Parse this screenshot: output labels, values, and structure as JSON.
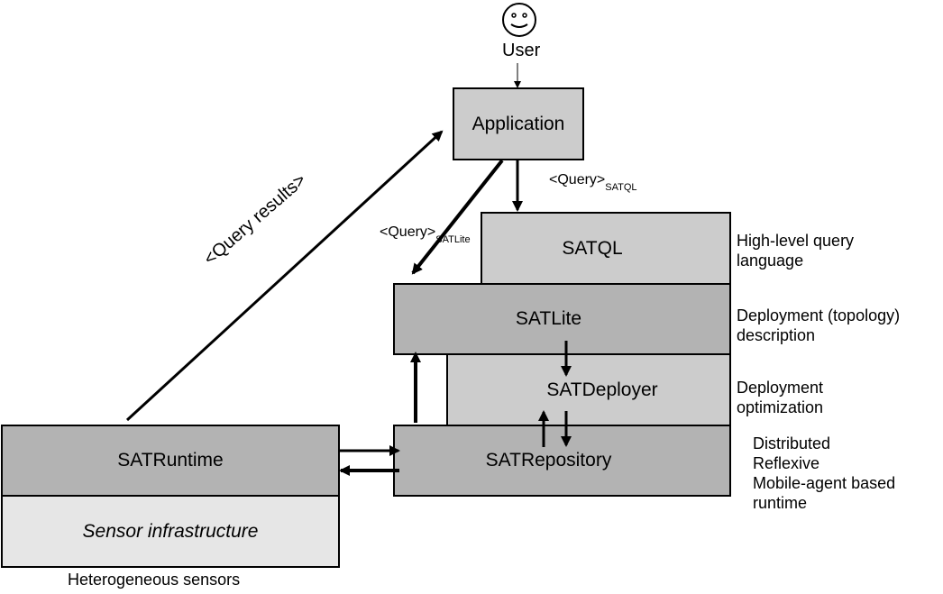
{
  "user": {
    "label": "User",
    "icon": "smiley-face"
  },
  "boxes": {
    "application": "Application",
    "satql": "SATQL",
    "satlite": "SATLite",
    "satdeployer": "SATDeployer",
    "satrepository": "SATRepository",
    "satruntime": "SATRuntime",
    "sensor_infrastructure": "Sensor infrastructure"
  },
  "edge_labels": {
    "query_satql": {
      "main": "<Query>",
      "sub": "SATQL"
    },
    "query_satlite": {
      "main": "<Query>",
      "sub": "SATLite"
    },
    "query_results": "<Query results>"
  },
  "descriptions": {
    "satql": [
      "High-level query",
      "language"
    ],
    "satlite": [
      "Deployment (topology)",
      "description"
    ],
    "satdeployer": [
      "Deployment",
      "optimization"
    ],
    "satrepository": [
      "Distributed",
      "Reflexive",
      "Mobile-agent based",
      "runtime"
    ]
  },
  "footer": "Heterogeneous sensors",
  "colors": {
    "light_box": "#cccccc",
    "dark_box": "#b3b3b3",
    "pale_box": "#e6e6e6",
    "stroke": "#000000"
  }
}
